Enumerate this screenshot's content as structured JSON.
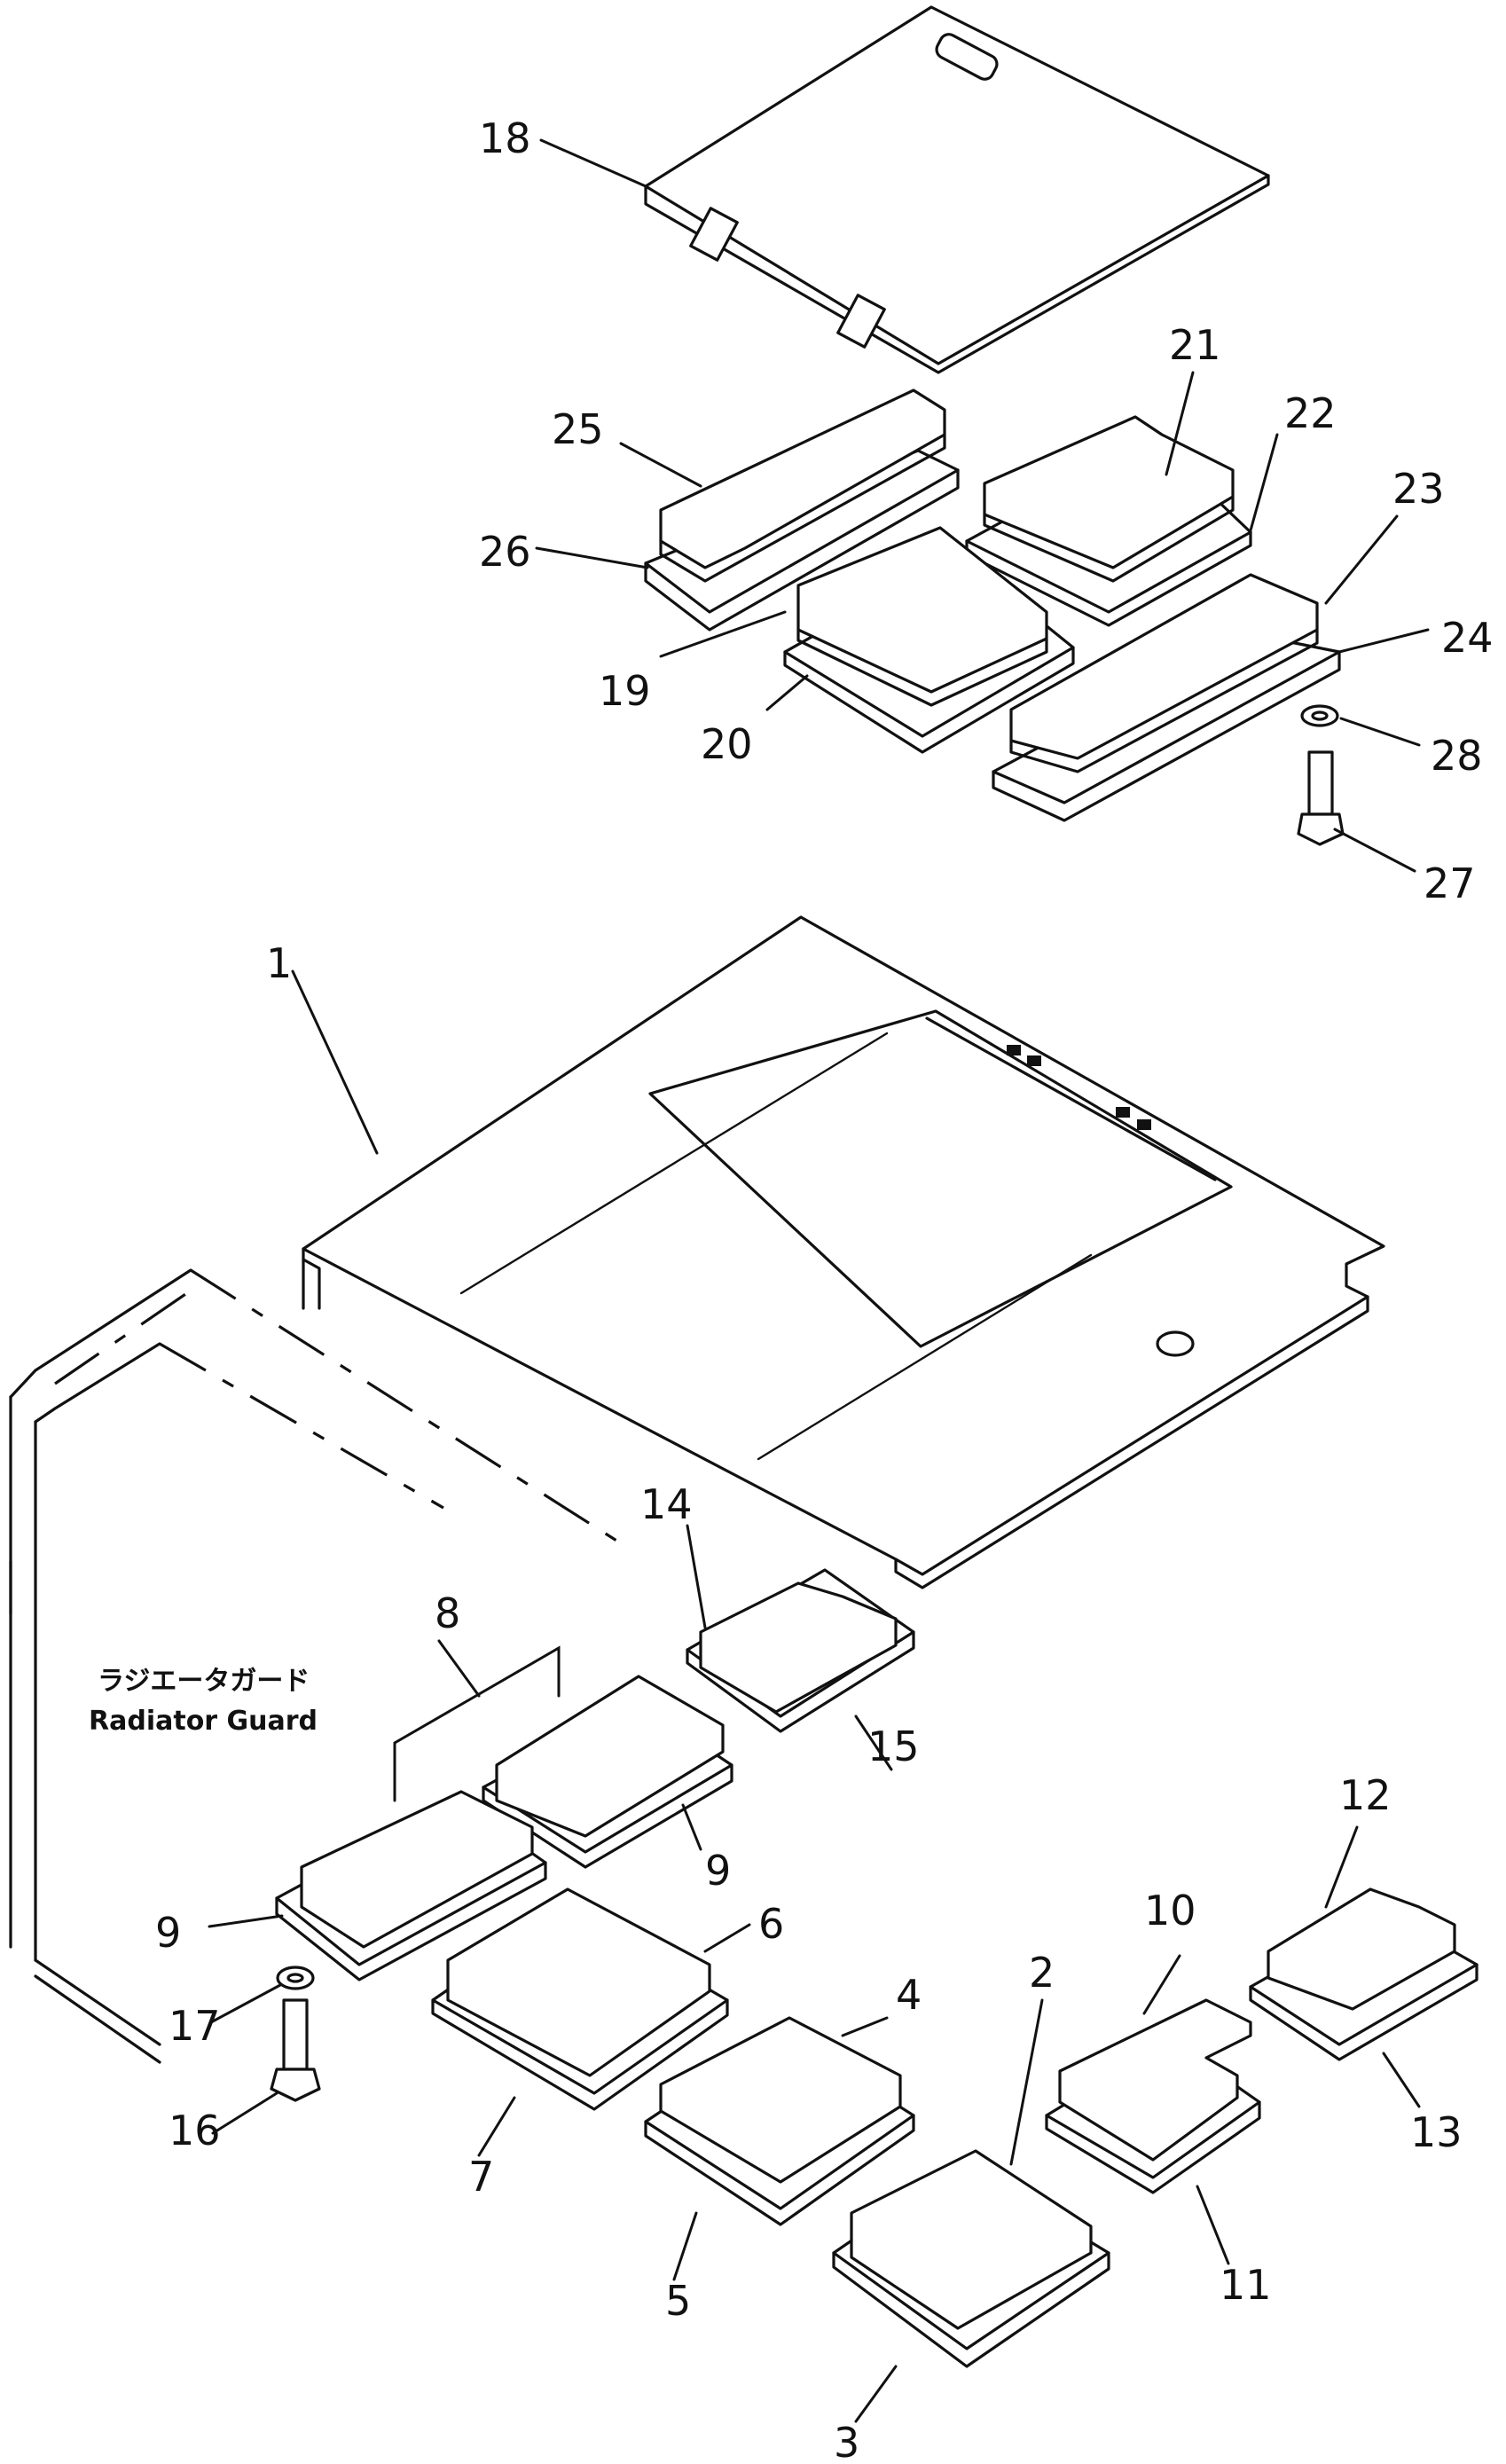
{
  "labels": [
    "1",
    "2",
    "3",
    "4",
    "5",
    "6",
    "7",
    "8",
    "9",
    "9",
    "10",
    "11",
    "12",
    "13",
    "14",
    "15",
    "16",
    "17",
    "18",
    "19",
    "20",
    "21",
    "22",
    "23",
    "24",
    "25",
    "26",
    "27",
    "28"
  ],
  "note": {
    "jp": "ラジエータガード",
    "en": "Radiator Guard"
  }
}
